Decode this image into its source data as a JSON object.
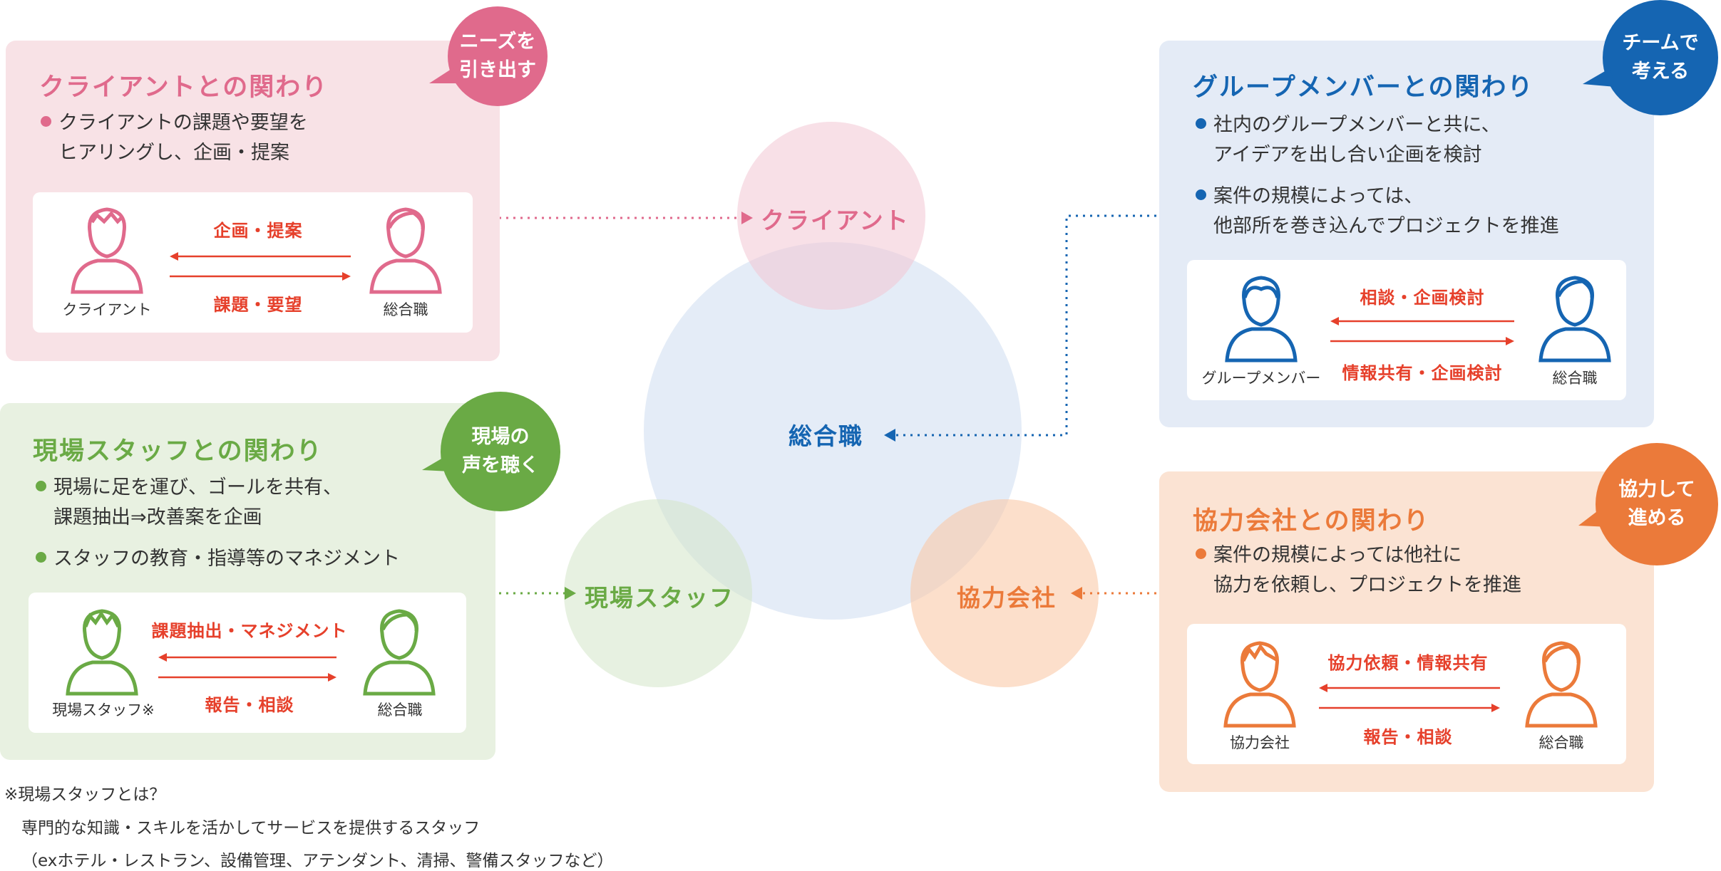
{
  "center": {
    "main": "総合職",
    "client": "クライアント",
    "staff": "現場スタッフ",
    "partner": "協力会社"
  },
  "client_panel": {
    "title": "クライアントとの関わり",
    "badge": "ニーズを\n引き出す",
    "bullets": [
      [
        "クライアントの課題や要望を",
        "ヒアリングし、企画・提案"
      ]
    ],
    "arrow_top": "企画・提案",
    "arrow_bottom": "課題・要望",
    "left_person": "クライアント",
    "right_person": "総合職"
  },
  "group_panel": {
    "title": "グループメンバーとの関わり",
    "badge": "チームで\n考える",
    "bullets": [
      [
        "社内のグループメンバーと共に、",
        "アイデアを出し合い企画を検討"
      ],
      [
        "案件の規模によっては、",
        "他部所を巻き込んでプロジェクトを推進"
      ]
    ],
    "arrow_top": "相談・企画検討",
    "arrow_bottom": "情報共有・企画検討",
    "left_person": "グループメンバー",
    "right_person": "総合職"
  },
  "staff_panel": {
    "title": "現場スタッフとの関わり",
    "badge": "現場の\n声を聴く",
    "bullets": [
      [
        "現場に足を運び、ゴールを共有、",
        "課題抽出⇒改善案を企画"
      ],
      [
        "スタッフの教育・指導等のマネジメント",
        ""
      ]
    ],
    "arrow_top": "課題抽出・マネジメント",
    "arrow_bottom": "報告・相談",
    "left_person": "現場スタッフ※",
    "right_person": "総合職"
  },
  "partner_panel": {
    "title": "協力会社との関わり",
    "badge": "協力して\n進める",
    "bullets": [
      [
        "案件の規模によっては他社に",
        "協力を依頼し、プロジェクトを推進"
      ]
    ],
    "arrow_top": "協力依頼・情報共有",
    "arrow_bottom": "報告・相談",
    "left_person": "協力会社",
    "right_person": "総合職"
  },
  "footnote": [
    "※現場スタッフとは？",
    "専門的な知識・スキルを活かしてサービスを提供するスタッフ",
    "（exホテル・レストラン、設備管理、アテンダント、清掃、警備スタッフなど）"
  ],
  "colors": {
    "pink": "#e06a8c",
    "pink_bg": "#f8e2e6",
    "blue": "#1565b2",
    "blue_bg": "#e4ebf6",
    "green": "#6aaa45",
    "green_bg": "#e8f1e1",
    "orange": "#eb7a3a",
    "orange_bg": "#fbe3d3",
    "red_text": "#e6402b"
  }
}
